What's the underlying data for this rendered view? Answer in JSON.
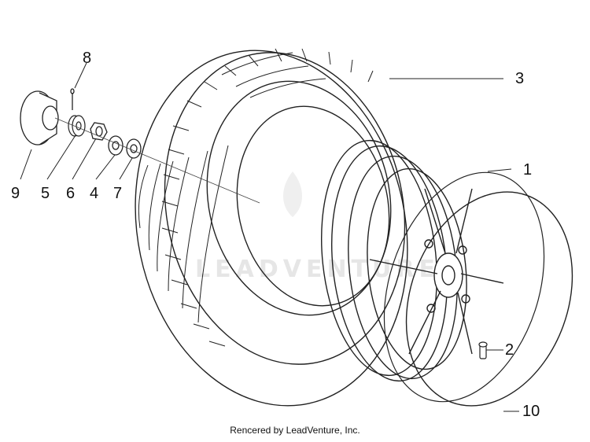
{
  "callouts": [
    {
      "id": "8",
      "label": "8"
    },
    {
      "id": "3",
      "label": "3"
    },
    {
      "id": "9",
      "label": "9"
    },
    {
      "id": "5",
      "label": "5"
    },
    {
      "id": "6",
      "label": "6"
    },
    {
      "id": "4",
      "label": "4"
    },
    {
      "id": "7",
      "label": "7"
    },
    {
      "id": "1",
      "label": "1"
    },
    {
      "id": "2",
      "label": "2"
    },
    {
      "id": "10",
      "label": "10"
    }
  ],
  "watermark": "LEADVENTURE",
  "footer": "Rencered by LeadVenture, Inc."
}
